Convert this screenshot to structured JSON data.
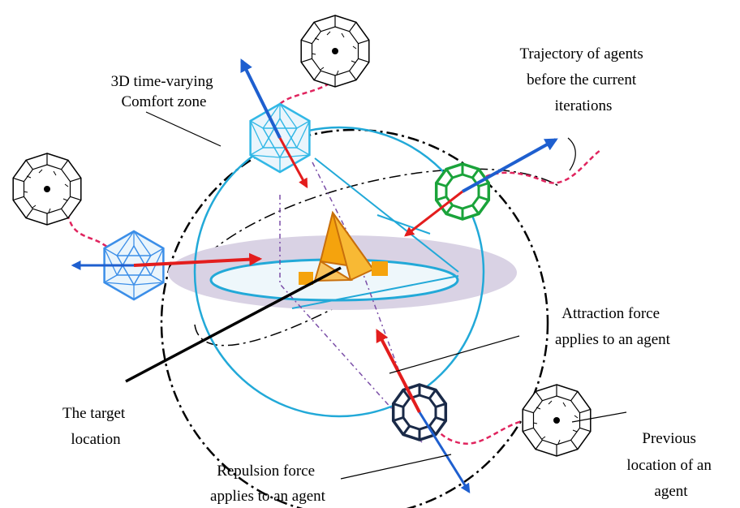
{
  "labels": {
    "comfort_zone": [
      "3D time-varying",
      "Comfort zone"
    ],
    "trajectory": [
      "Trajectory of agents",
      "before the current",
      "iterations"
    ],
    "attraction": [
      "Attraction force",
      "applies to an agent"
    ],
    "target": [
      "The target",
      "location"
    ],
    "previous": [
      "Previous",
      "location of an",
      "agent"
    ],
    "repulsion": [
      "Repulsion force",
      "applies to an agent"
    ]
  },
  "colors": {
    "sphere_outline": "#000000",
    "inner_sphere": "#22a9d8",
    "disc_fill": "#d9d2e4",
    "attraction_arrow": "#e31d1d",
    "repulsion_arrow": "#1e5fcf",
    "trajectory": "#e0245e",
    "target": "#f5a30d",
    "agent_cyan": "#32b8e6",
    "agent_blue": "#3b8ee8",
    "agent_green": "#1aa33a",
    "agent_navy": "#1a2a48"
  }
}
